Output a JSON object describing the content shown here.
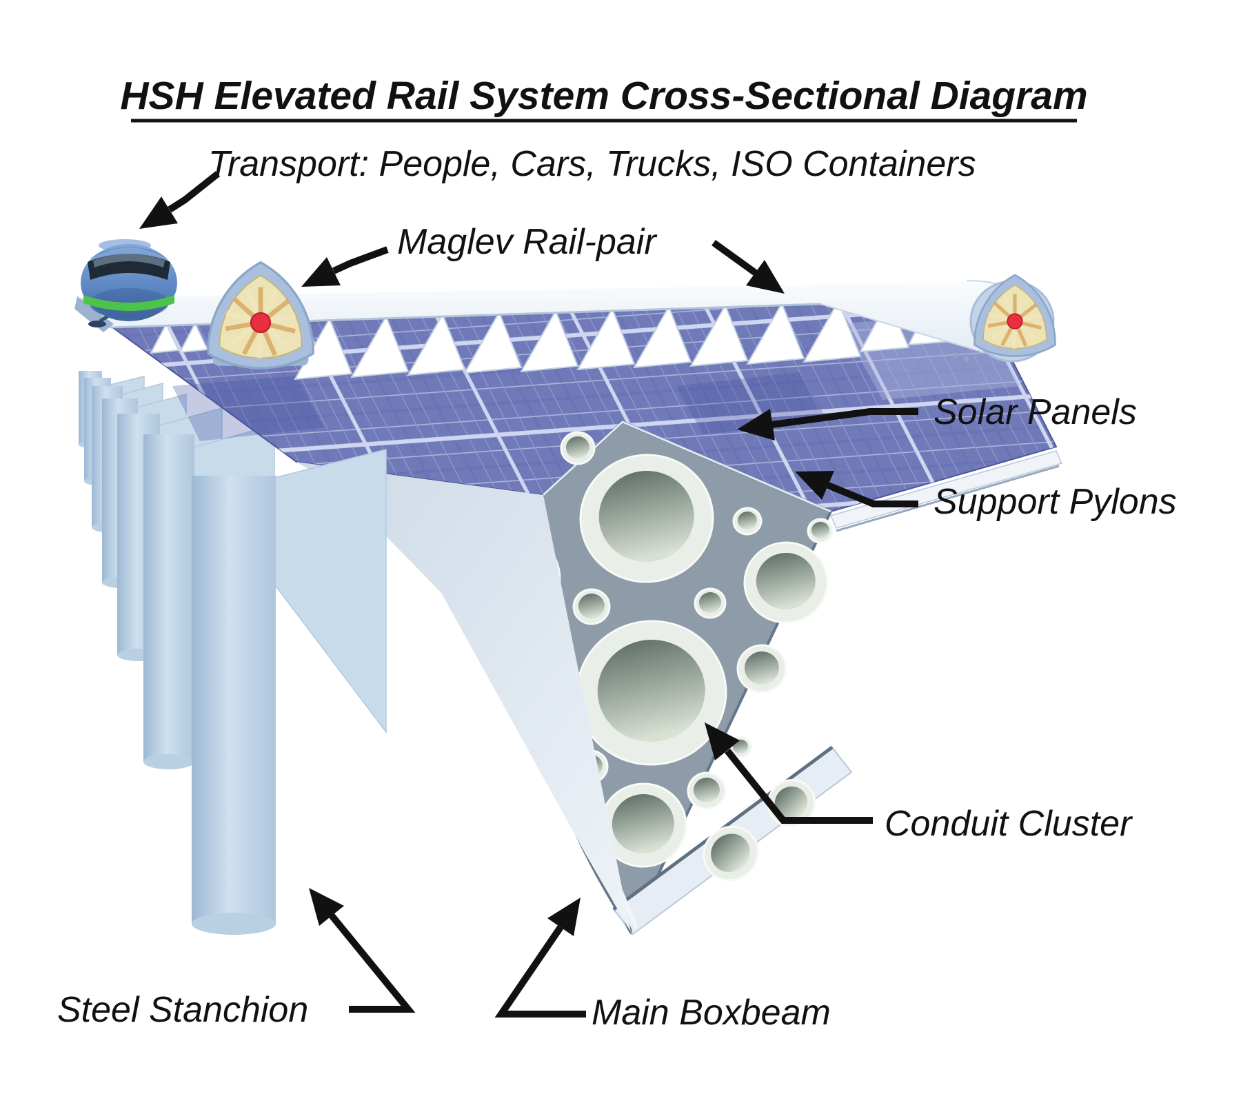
{
  "title": {
    "text": "HSH Elevated Rail System Cross-Sectional Diagram"
  },
  "callouts": {
    "transport": {
      "text": "Transport: People, Cars, Trucks, ISO Containers"
    },
    "maglev": {
      "text": "Maglev Rail-pair"
    },
    "solar": {
      "text": "Solar Panels"
    },
    "pylons": {
      "text": "Support Pylons"
    },
    "conduit": {
      "text": "Conduit Cluster"
    },
    "stanchion": {
      "text": "Steel Stanchion"
    },
    "boxbeam": {
      "text": "Main Boxbeam"
    }
  },
  "colors": {
    "ink": "#111111",
    "solar_panel_blue": "#6a74b5",
    "solar_cell_blue": "#707ab8",
    "solar_grid_line": "#aeb6dd",
    "structure_blue": "#c5d6e8",
    "conduit_white": "#e9eee8",
    "conduit_hole_dark": "#5d6c64",
    "rail_fan_yellow": "#ece4b6",
    "rail_spoke_orange": "#d9a55e",
    "hub_red": "#ea2e3e",
    "pod_blue": "#5e88c4",
    "pod_stripe_green": "#4cc44a",
    "pod_windshield": "#1e2a36"
  }
}
